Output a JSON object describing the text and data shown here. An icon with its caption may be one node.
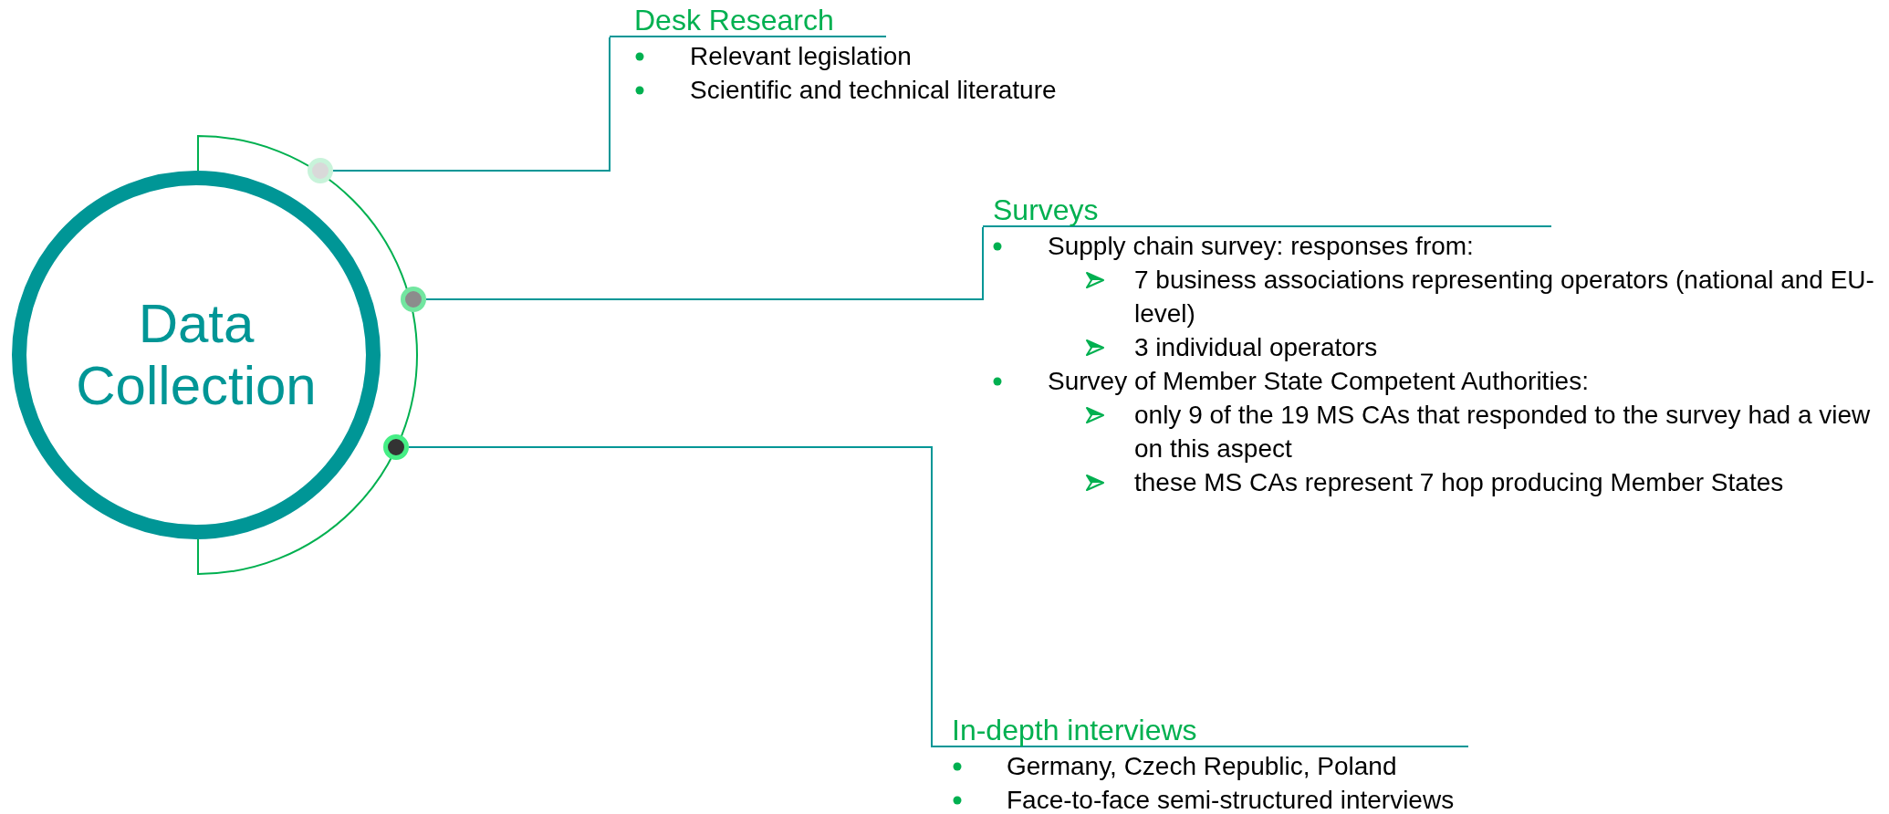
{
  "diagram": {
    "nodes": [
      {
        "text": [
          "Data Collection"
        ]
      },
      {
        "text": [],
        "shape": "circle"
      },
      {
        "text": [],
        "shape": "circle"
      },
      {
        "text": [],
        "shape": "circle"
      },
      {
        "text": [
          "Desk Research",
          "Relevant legislation",
          "Scientific and technical literature"
        ]
      },
      {
        "text": [
          "Surveys",
          "Supply chain survey: responses from:",
          "7 business associations representing operators (national and EU-level)",
          "3 individual operators",
          "Survey of Member State Competent Authorities:",
          "only 9 of the 19 MS CAs that responded to the survey had a view on this aspect",
          "these MS CAs represent 7 hop producing Member States"
        ]
      },
      {
        "text": [
          "In-depth interviews",
          "Germany, Czech Republic, Poland",
          "Face-to-face semi-structured interviews"
        ]
      }
    ],
    "edges": [
      {
        "from": 1,
        "to": 4,
        "arrow": "none"
      },
      {
        "from": 2,
        "to": 5,
        "arrow": "none"
      },
      {
        "from": 3,
        "to": 6,
        "arrow": "none"
      }
    ]
  }
}
